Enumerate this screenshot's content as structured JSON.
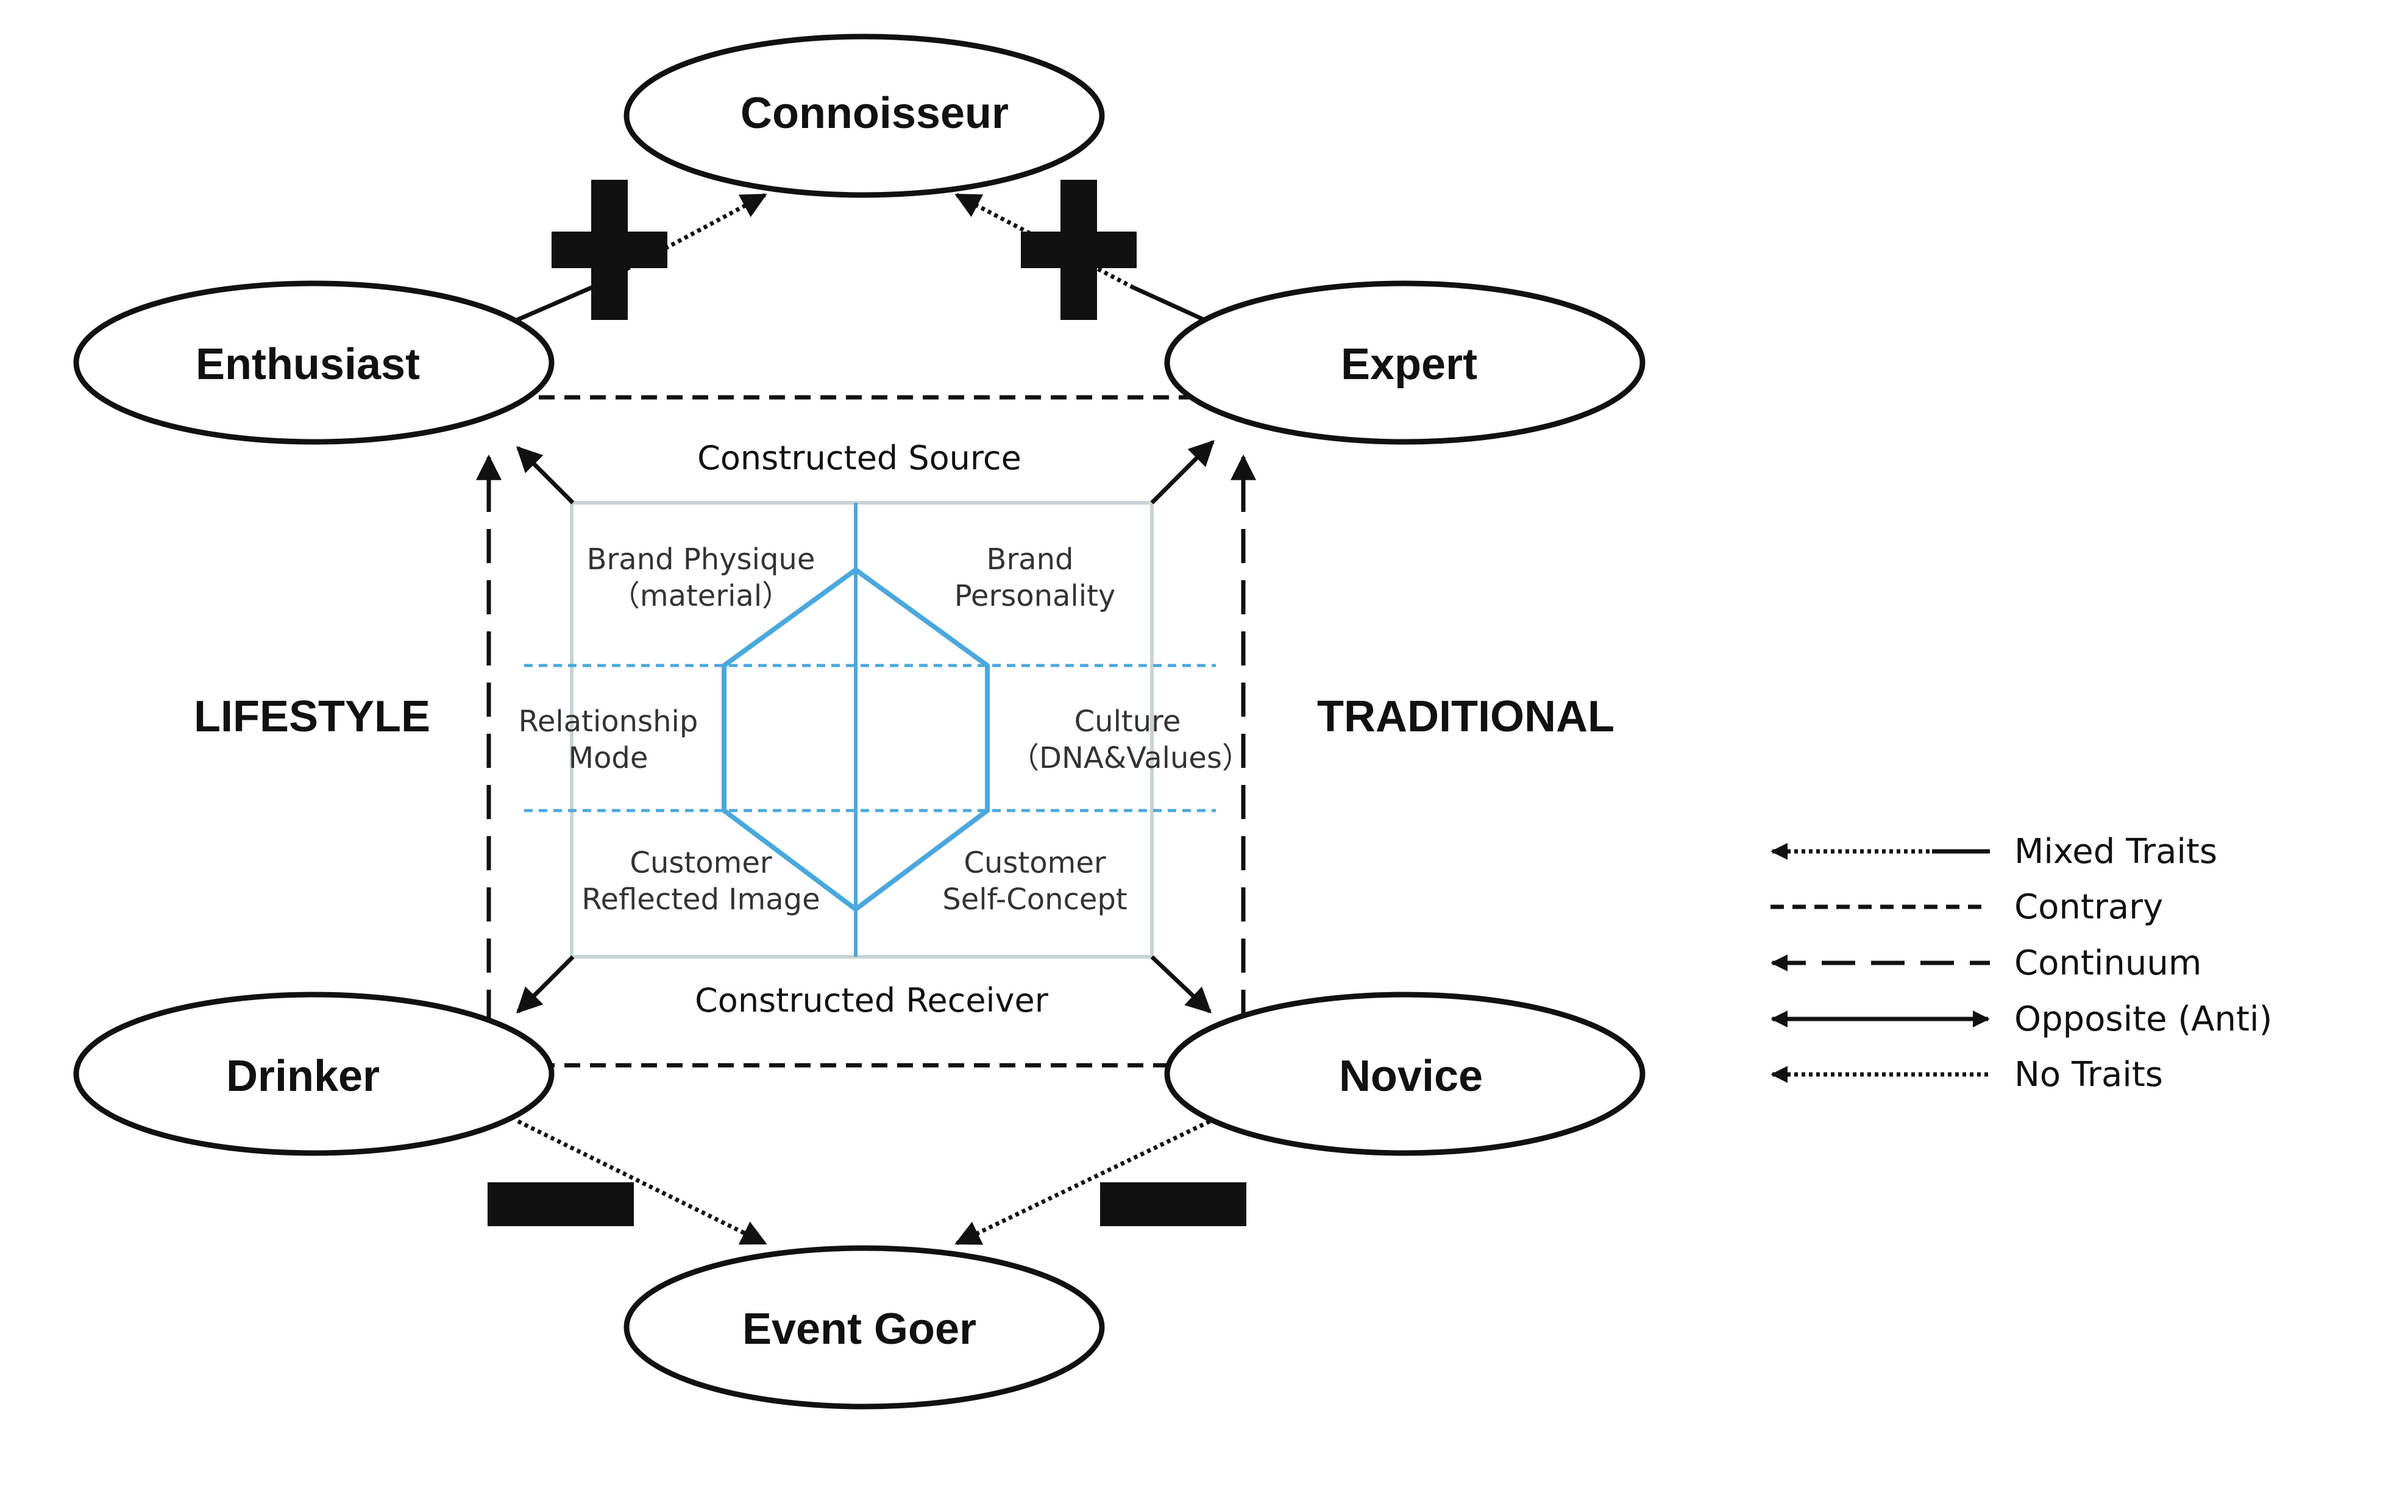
{
  "personas": {
    "connoisseur": "Connoisseur",
    "enthusiast": "Enthusiast",
    "expert": "Expert",
    "drinker": "Drinker",
    "novice": "Novice",
    "event_goer": "Event Goer"
  },
  "axes": {
    "left": "LIFESTYLE",
    "right": "TRADITIONAL"
  },
  "prism": {
    "top": "Constructed Source",
    "bottom": "Constructed Receiver",
    "brand_physique": [
      "Brand Physique",
      "（material）"
    ],
    "brand_personality": [
      "Brand",
      "Personality"
    ],
    "relationship": [
      "Relationship",
      "Mode"
    ],
    "culture": [
      "Culture",
      "（DNA&Values）"
    ],
    "reflected_image": [
      "Customer",
      "Reflected Image"
    ],
    "self_concept": [
      "Customer",
      "Self-Concept"
    ]
  },
  "legend": [
    {
      "label": "Mixed Traits"
    },
    {
      "label": "Contrary"
    },
    {
      "label": "Continuum"
    },
    {
      "label": "Opposite (Anti)"
    },
    {
      "label": "No Traits"
    }
  ],
  "colors": {
    "ink": "#111111",
    "prism_blue": "#4aa8dc",
    "prism_frame": "#c9d3d3"
  }
}
